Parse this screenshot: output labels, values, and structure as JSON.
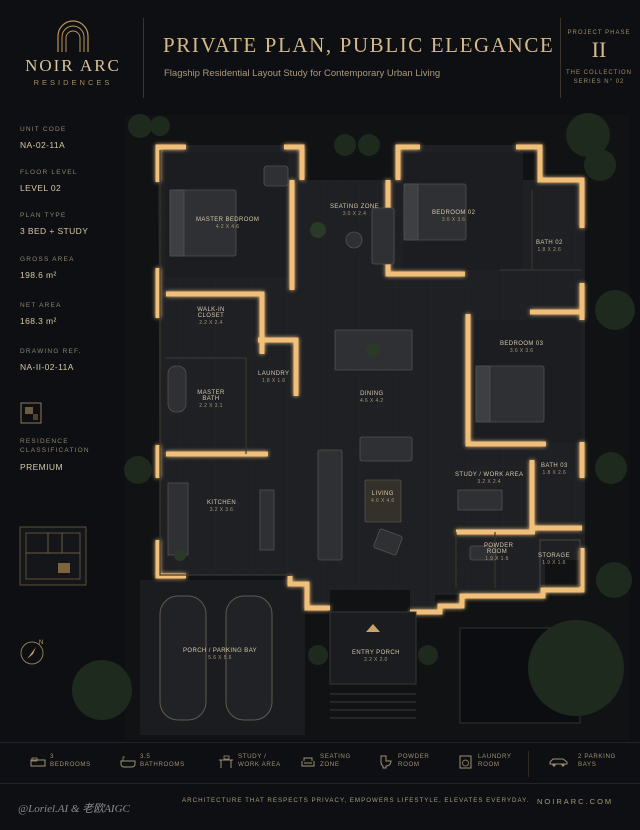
{
  "brand": {
    "name": "NOIR ARC",
    "sub": "RESIDENCES"
  },
  "header": {
    "title": "PRIVATE PLAN, PUBLIC ELEGANCE",
    "subtitle": "Flagship Residential Layout Study for Contemporary Urban Living",
    "phase_label": "PROJECT PHASE",
    "phase_value": "II",
    "collection_label": "THE COLLECTION",
    "series_label": "SERIES N° 02"
  },
  "info": [
    {
      "label": "UNIT CODE",
      "value": "NA-02-11A"
    },
    {
      "label": "FLOOR LEVEL",
      "value": "LEVEL 02"
    },
    {
      "label": "PLAN TYPE",
      "value": "3 BED + STUDY"
    },
    {
      "label": "GROSS AREA",
      "value": "198.6 m²"
    },
    {
      "label": "NET AREA",
      "value": "168.3 m²"
    },
    {
      "label": "DRAWING REF.",
      "value": "NA-II-02-11A"
    }
  ],
  "classification": {
    "label1": "RESIDENCE",
    "label2": "CLASSIFICATION",
    "value": "PREMIUM"
  },
  "rooms": [
    {
      "name": "MASTER BEDROOM",
      "dim": "4.2 X 4.6"
    },
    {
      "name": "SEATING ZONE",
      "dim": "3.0 X 2.4"
    },
    {
      "name": "BEDROOM 02",
      "dim": "3.6 X 3.6"
    },
    {
      "name": "BATH 02",
      "dim": "1.8 X 2.6"
    },
    {
      "name": "WALK-IN CLOSET",
      "dim": "2.2 X 2.4"
    },
    {
      "name": "LAUNDRY",
      "dim": "1.8 X 1.6"
    },
    {
      "name": "BEDROOM 03",
      "dim": "3.6 X 3.6"
    },
    {
      "name": "MASTER BATH",
      "dim": "2.2 X 3.1"
    },
    {
      "name": "DINING",
      "dim": "4.6 X 4.2"
    },
    {
      "name": "STUDY / WORK AREA",
      "dim": "3.2 X 2.4"
    },
    {
      "name": "BATH 03",
      "dim": "1.8 X 2.6"
    },
    {
      "name": "KITCHEN",
      "dim": "3.2 X 3.6"
    },
    {
      "name": "LIVING",
      "dim": "4.6 X 4.6"
    },
    {
      "name": "POWDER ROOM",
      "dim": "1.9 X 1.6"
    },
    {
      "name": "STORAGE",
      "dim": "1.9 X 1.6"
    },
    {
      "name": "PORCH / PARKING BAY",
      "dim": "5.6 X 5.6"
    },
    {
      "name": "ENTRY PORCH",
      "dim": "2.2 X 2.0"
    }
  ],
  "features": [
    {
      "line1": "3",
      "line2": "BEDROOMS",
      "icon": "bed-icon"
    },
    {
      "line1": "3.5",
      "line2": "BATHROOMS",
      "icon": "bathtub-icon"
    },
    {
      "line1": "STUDY /",
      "line2": "WORK AREA",
      "icon": "desk-icon"
    },
    {
      "line1": "SEATING",
      "line2": "ZONE",
      "icon": "armchair-icon"
    },
    {
      "line1": "POWDER",
      "line2": "ROOM",
      "icon": "toilet-icon"
    },
    {
      "line1": "LAUNDRY",
      "line2": "ROOM",
      "icon": "washer-icon"
    },
    {
      "line1": "2 PARKING",
      "line2": "BAYS",
      "icon": "car-icon"
    }
  ],
  "footer": {
    "watermark": "@Loriel.AI & 老欧AIGC",
    "tagline": "ARCHITECTURE THAT RESPECTS PRIVACY, EMPOWERS LIFESTYLE, ELEVATES EVERYDAY.",
    "website": "NOIRARC.COM"
  },
  "compass": "N",
  "colors": {
    "accent": "#c9a36a",
    "glow": "#f2c27a",
    "background": "#0d0f12"
  }
}
